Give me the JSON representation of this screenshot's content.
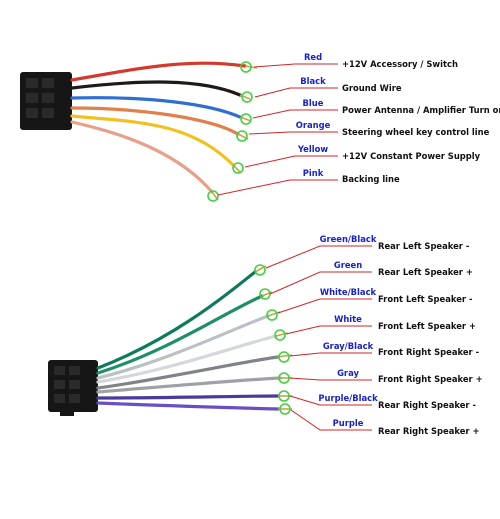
{
  "top_harness": {
    "wires": [
      {
        "color_label": "Red",
        "description": "+12V  Accessory / Switch",
        "wire_color": "#d23a2e"
      },
      {
        "color_label": "Black",
        "description": "Ground Wire",
        "wire_color": "#1e1a18"
      },
      {
        "color_label": "Blue",
        "description": "Power Antenna / Amplifier Turn on",
        "wire_color": "#2f6fd0"
      },
      {
        "color_label": "Orange",
        "description": "Steering wheel key control line",
        "wire_color": "#e0804a"
      },
      {
        "color_label": "Yellow",
        "description": "+12V Constant Power Supply",
        "wire_color": "#f2c020"
      },
      {
        "color_label": "Pink",
        "description": "Backing line",
        "wire_color": "#e8a088"
      }
    ]
  },
  "bottom_harness": {
    "wires": [
      {
        "color_label": "Green/Black",
        "description": "Rear Left Speaker -",
        "wire_color": "#0d7a5c"
      },
      {
        "color_label": "Green",
        "description": "Rear Left Speaker +",
        "wire_color": "#1f8f6a"
      },
      {
        "color_label": "White/Black",
        "description": "Front Left Speaker -",
        "wire_color": "#b9c0c6"
      },
      {
        "color_label": "White",
        "description": "Front Left Speaker +",
        "wire_color": "#d3d8dc"
      },
      {
        "color_label": "Gray/Black",
        "description": "Front Right Speaker -",
        "wire_color": "#808488"
      },
      {
        "color_label": "Gray",
        "description": "Front Right Speaker +",
        "wire_color": "#9ea2a6"
      },
      {
        "color_label": "Purple/Black",
        "description": "Rear Right Speaker -",
        "wire_color": "#4b3a9e"
      },
      {
        "color_label": "Purple",
        "description": "Rear Right Speaker +",
        "wire_color": "#6a4fc4"
      }
    ]
  },
  "colors": {
    "leader": "#d2242a",
    "marker": "#3fd33f",
    "label_text": "#1a22c8",
    "connector": "#161616"
  }
}
